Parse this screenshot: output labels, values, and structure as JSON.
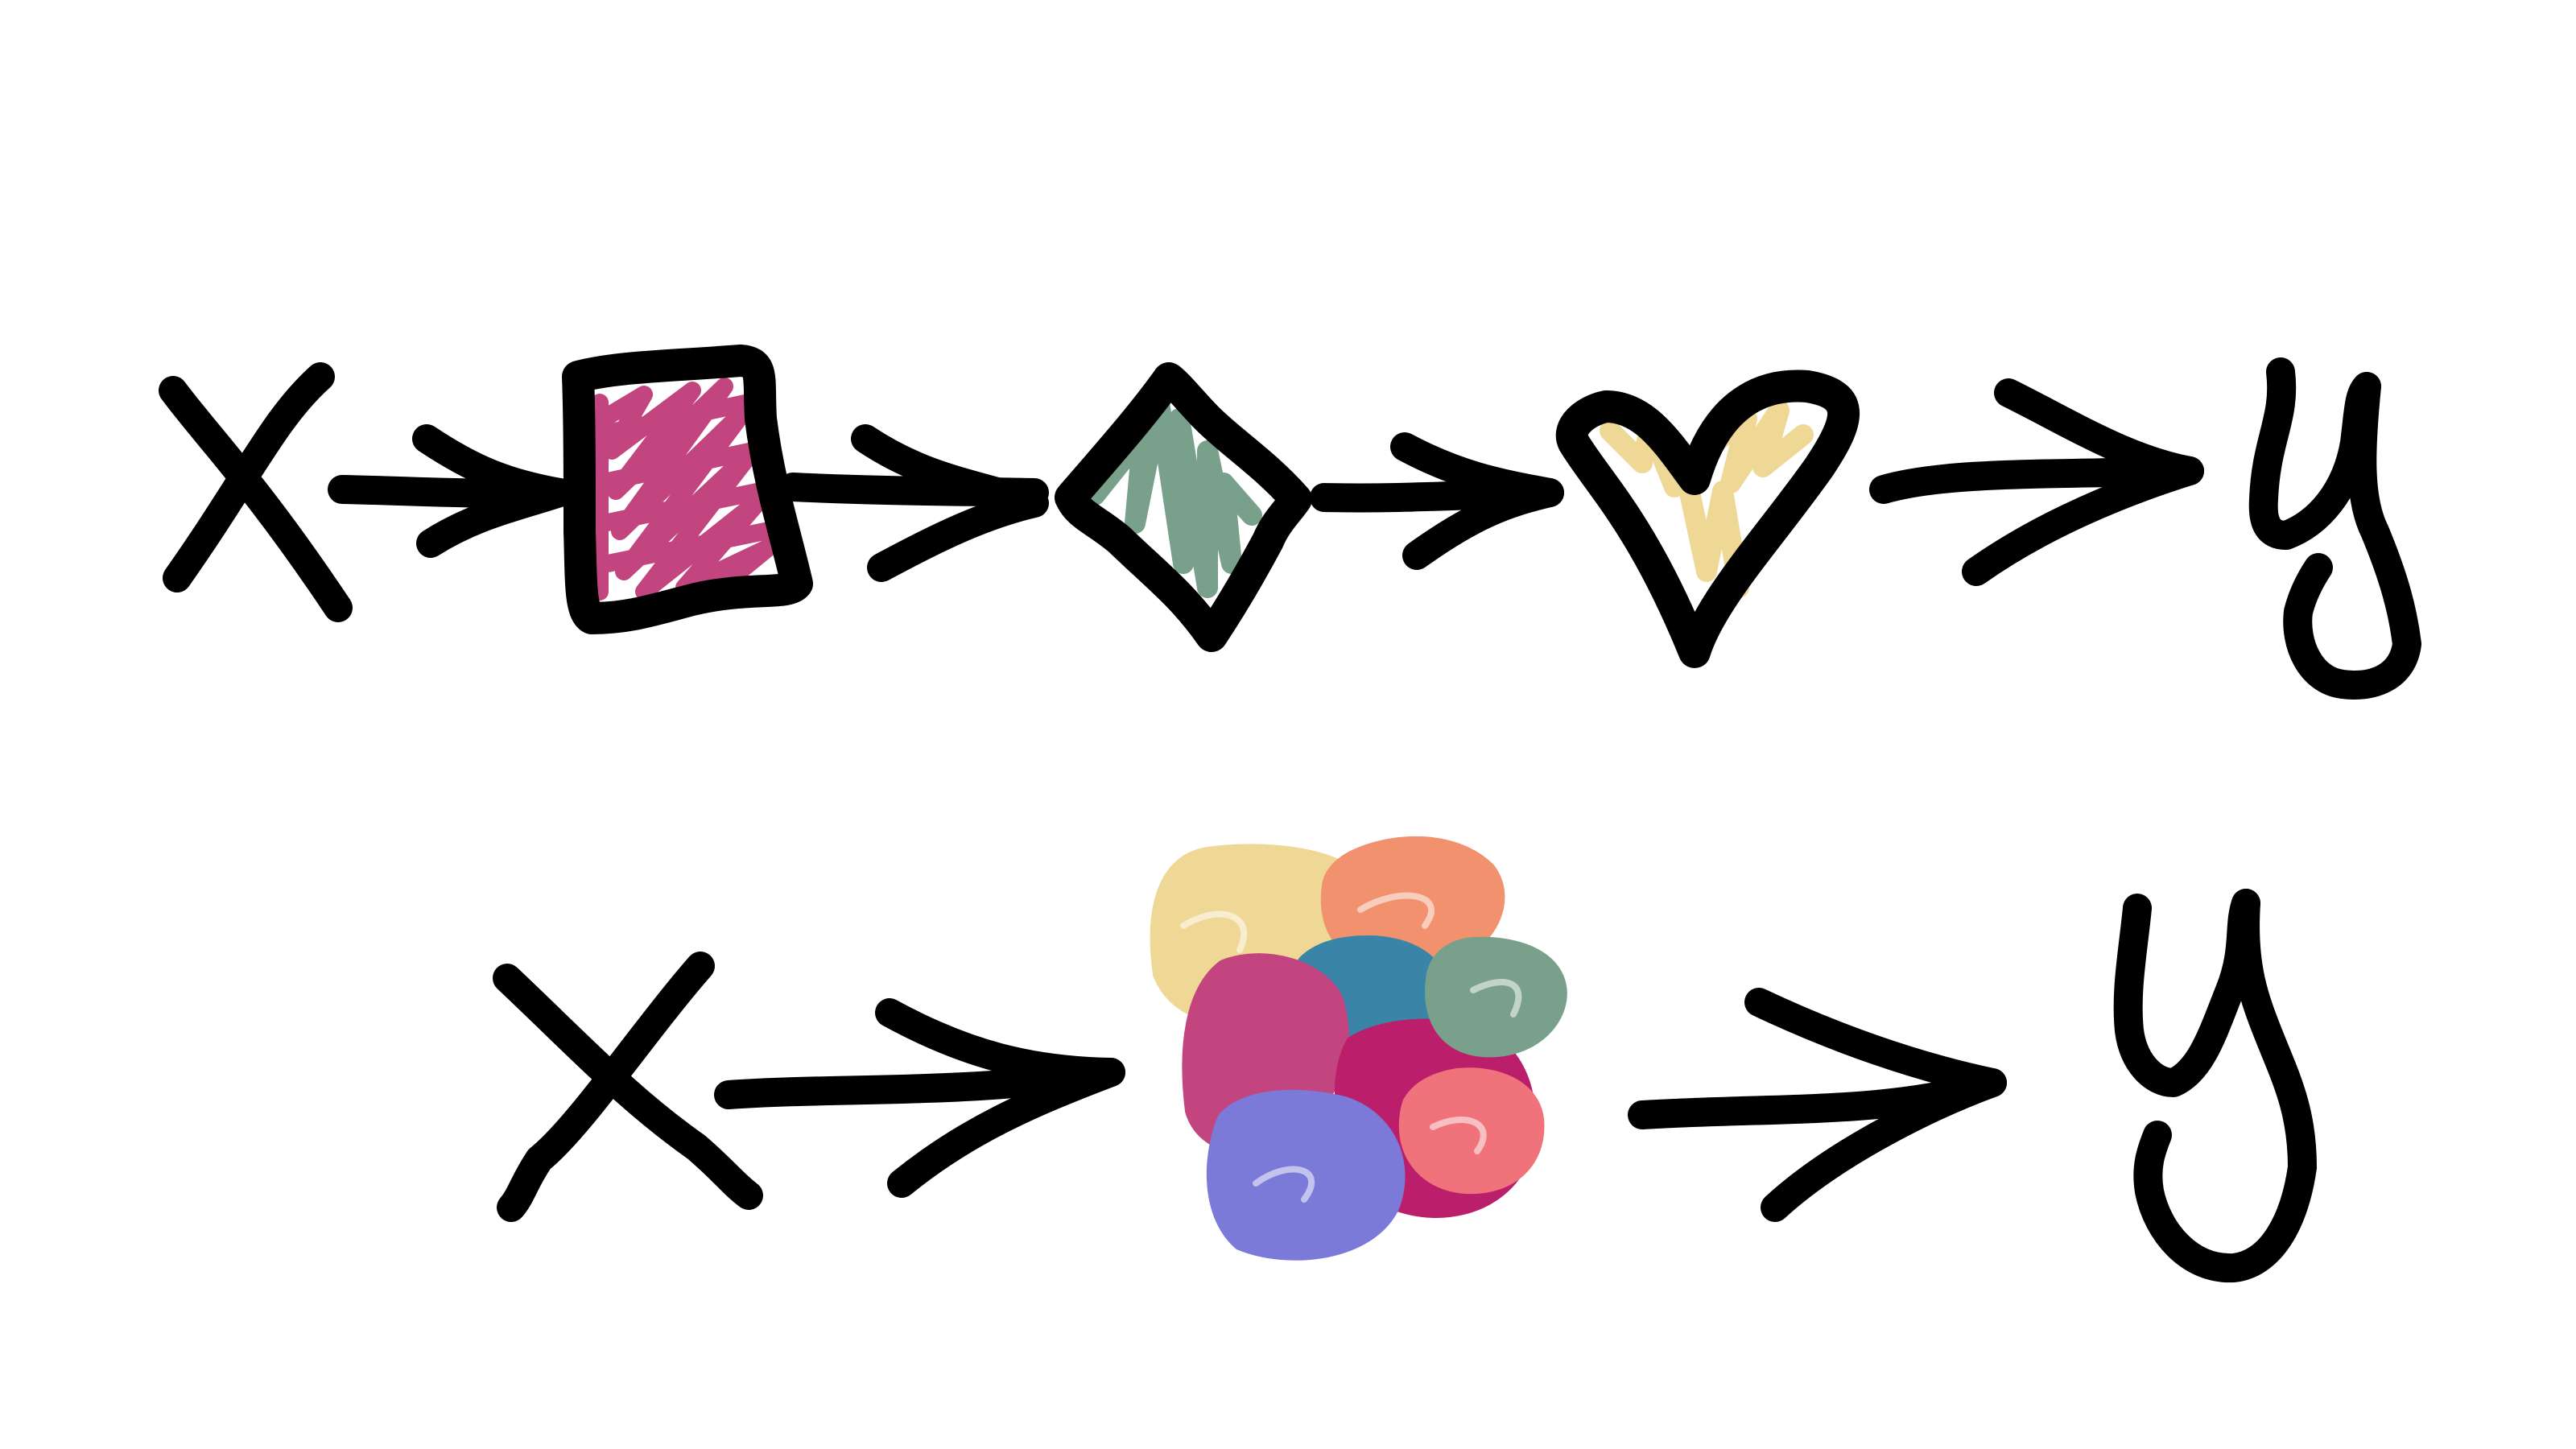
{
  "diagram": {
    "top_row": {
      "input_label": "x",
      "output_label": "y",
      "stages": [
        {
          "name": "square",
          "fill_color": "#c24580"
        },
        {
          "name": "diamond",
          "fill_color": "#79a08a"
        },
        {
          "name": "heart",
          "fill_color": "#efd895"
        }
      ]
    },
    "bottom_row": {
      "input_label": "x",
      "output_label": "y",
      "cluster_colors": [
        "#efd895",
        "#f2916d",
        "#3a84a8",
        "#c24580",
        "#bb1f6c",
        "#79a08a",
        "#f0727a",
        "#7b7ad8"
      ]
    },
    "ink_color": "#000000",
    "background_color": "#ffffff"
  }
}
